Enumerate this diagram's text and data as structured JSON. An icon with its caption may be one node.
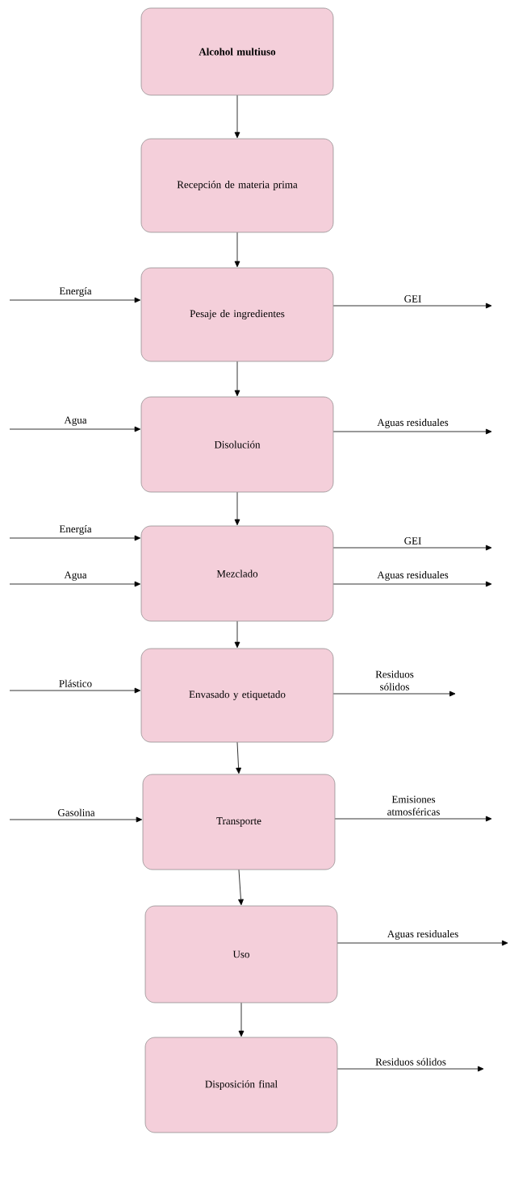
{
  "diagram": {
    "nodes": [
      {
        "text": [
          "Alcohol multiuso"
        ]
      },
      {
        "text": [
          "Recepción de materia prima"
        ]
      },
      {
        "text": [
          "Pesaje de ingredientes"
        ]
      },
      {
        "text": [
          "Disolución"
        ]
      },
      {
        "text": [
          "Mezclado"
        ]
      },
      {
        "text": [
          "Envasado y etiquetado"
        ]
      },
      {
        "text": [
          "Transporte"
        ]
      },
      {
        "text": [
          "Uso"
        ]
      },
      {
        "text": [
          "Disposición final"
        ]
      }
    ],
    "edges": [
      {
        "from": 0,
        "to": 1,
        "arrow": "to"
      },
      {
        "from": 1,
        "to": 2,
        "arrow": "to"
      },
      {
        "from": 2,
        "to": 3,
        "arrow": "to"
      },
      {
        "from": 3,
        "to": 4,
        "arrow": "to"
      },
      {
        "from": 4,
        "to": 5,
        "arrow": "to"
      },
      {
        "from": 5,
        "to": 6,
        "arrow": "to"
      },
      {
        "from": 6,
        "to": 7,
        "arrow": "to"
      },
      {
        "from": 7,
        "to": 8,
        "arrow": "to"
      },
      {
        "from": null,
        "to": 2,
        "arrow": "to",
        "label": "Energía"
      },
      {
        "from": 2,
        "to": null,
        "arrow": "to",
        "label": "GEI"
      },
      {
        "from": null,
        "to": 3,
        "arrow": "to",
        "label": "Agua"
      },
      {
        "from": 3,
        "to": null,
        "arrow": "to",
        "label": "Aguas residuales"
      },
      {
        "from": null,
        "to": 4,
        "arrow": "to",
        "label": "Energía"
      },
      {
        "from": 4,
        "to": null,
        "arrow": "to",
        "label": "GEI"
      },
      {
        "from": null,
        "to": 4,
        "arrow": "to",
        "label": "Agua"
      },
      {
        "from": 4,
        "to": null,
        "arrow": "to",
        "label": "Aguas residuales"
      },
      {
        "from": null,
        "to": 5,
        "arrow": "to",
        "label": "Plástico"
      },
      {
        "from": 5,
        "to": null,
        "arrow": "to",
        "label": "Residuos sólidos"
      },
      {
        "from": null,
        "to": 6,
        "arrow": "to",
        "label": "Gasolina"
      },
      {
        "from": 6,
        "to": null,
        "arrow": "to",
        "label": "Emisiones atmosféricas"
      },
      {
        "from": 7,
        "to": null,
        "arrow": "to",
        "label": "Aguas residuales"
      },
      {
        "from": 8,
        "to": null,
        "arrow": "to",
        "label": "Residuos sólidos"
      }
    ]
  }
}
